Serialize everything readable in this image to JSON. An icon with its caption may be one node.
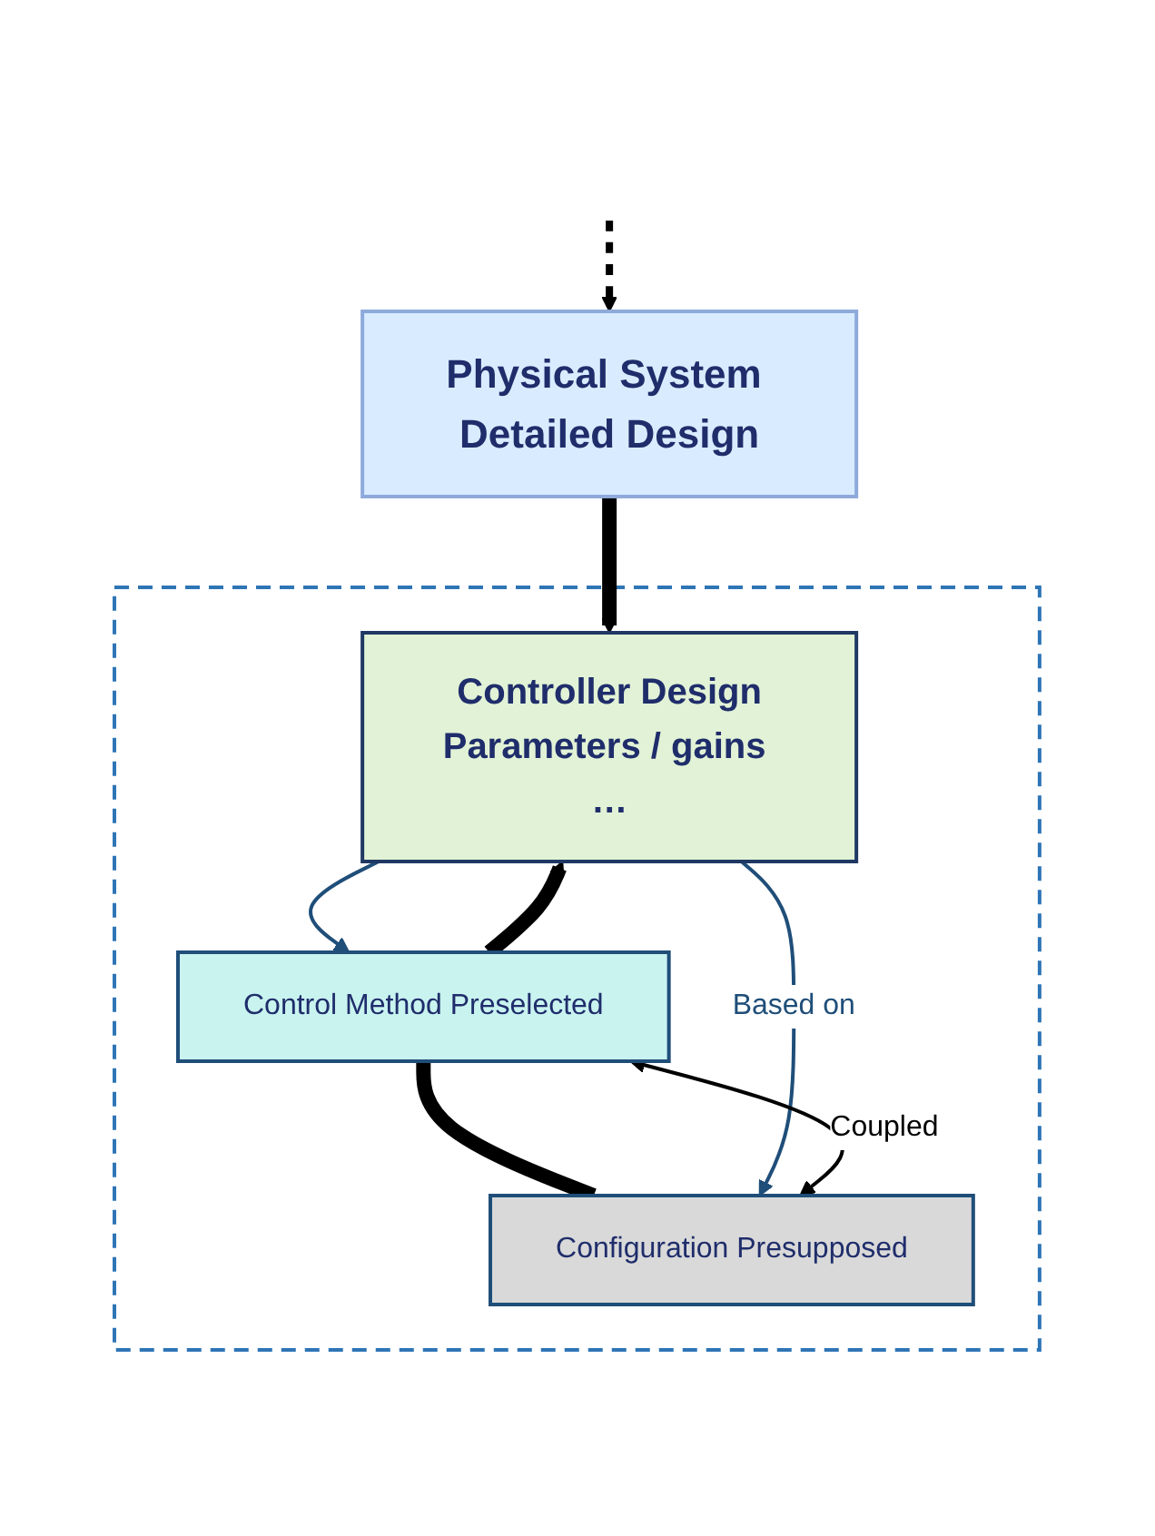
{
  "diagram": {
    "nodes": [
      {
        "text": [
          "Physical System Detailed Design"
        ]
      },
      {
        "text": [],
        "shape": "box"
      },
      {
        "text": [
          "Controller Design",
          "Parameters / gains …"
        ],
        "in": 1
      },
      {
        "text": [
          "Control Method Preselected"
        ],
        "in": 1
      },
      {
        "text": [
          "Configuration Presupposed"
        ],
        "in": 1
      }
    ],
    "edges": [
      {
        "from": null,
        "to": 0,
        "arrow": "to",
        "style": "dashed"
      },
      {
        "from": 0,
        "to": 2,
        "arrow": "to",
        "style": "thick"
      },
      {
        "from": 3,
        "to": 2,
        "arrow": "to",
        "style": "thick"
      },
      {
        "from": 3,
        "to": 4,
        "arrow": "none",
        "style": "thick"
      },
      {
        "from": 2,
        "to": 3,
        "arrow": "to",
        "color": "#1f4e79"
      },
      {
        "from": 2,
        "to": 4,
        "arrow": "to",
        "label": "Based on",
        "color": "#1f4e79"
      },
      {
        "from": 3,
        "to": 4,
        "arrow": "both",
        "label": "Coupled"
      }
    ]
  }
}
